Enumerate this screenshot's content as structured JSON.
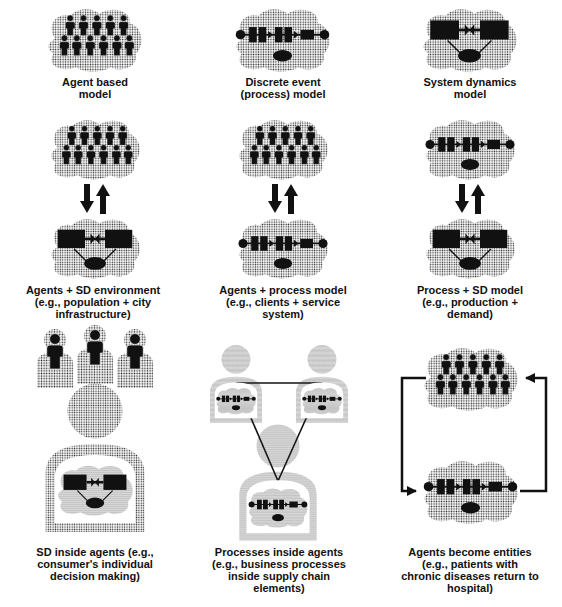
{
  "diagram": {
    "labels": [
      "Agent based model",
      "Discrete event (process) model",
      "System dynamics model",
      "Agents + SD environment (e.g., population + city infrastructure)",
      "Agents + process model (e.g., clients + service system)",
      "Process + SD model (e.g., production + demand)",
      "SD inside agents (e.g., consumer's individual decision making)",
      "Processes inside agents (e.g., business processes inside supply chain elements)",
      "Agents become entities (e.g., patients with chronic diseases return to hospital)"
    ]
  }
}
